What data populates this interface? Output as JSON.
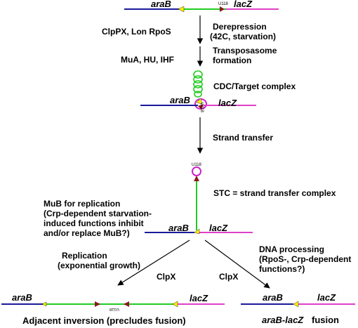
{
  "genes": {
    "ara": "araB",
    "lac": "lacZ"
  },
  "site": "U118",
  "steps": {
    "factors_1": "ClpPX, Lon RpoS",
    "derepression": [
      "Derepression",
      "(42C, starvation)"
    ],
    "factors_2": "MuA, HU, IHF",
    "transposasome": [
      "Transposasome",
      "formation"
    ],
    "cdc": "CDC/Target complex",
    "strand_transfer": "Strand transfer",
    "stc": "STC = strand transfer complex",
    "mub": [
      "MuB for replication",
      "(Crp-dependent starvation-",
      "induced functions inhibit",
      "and/or replace MuB?)"
    ],
    "replication": [
      "Replication",
      "(exponential growth)"
    ],
    "dna_processing": [
      "DNA processing",
      "(RpoS-, Crp-dependent",
      "functions?)"
    ],
    "clpx_left": "ClpX",
    "clpx_right": "ClpX",
    "adjacent_inversion": "Adjacent inversion (precludes fusion)",
    "fusion_gene": "araB-lacZ",
    "fusion_word": "fusion"
  },
  "colors": {
    "ara_line": "#1a1a9a",
    "lac_line": "#e040c8",
    "mu_line": "#22cc22",
    "end_marker": "#ffee00",
    "u118_marker": "#8b1a1a",
    "loop": "#cc22cc"
  }
}
